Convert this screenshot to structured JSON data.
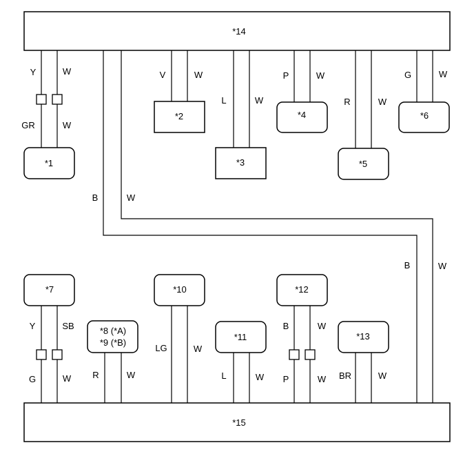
{
  "components": {
    "c14": "*14",
    "c15": "*15",
    "c1": "*1",
    "c2": "*2",
    "c3": "*3",
    "c4": "*4",
    "c5": "*5",
    "c6": "*6",
    "c7": "*7",
    "c8": "*8 (*A)",
    "c9": "*9 (*B)",
    "c10": "*10",
    "c11": "*11",
    "c12": "*12",
    "c13": "*13"
  },
  "wires": {
    "c1_top_left": "Y",
    "c1_top_right": "W",
    "c1_bottom_left": "GR",
    "c1_bottom_right": "W",
    "c2_left": "V",
    "c2_right": "W",
    "c3_left": "L",
    "c3_right": "W",
    "c4_left": "P",
    "c4_right": "W",
    "c5_left": "R",
    "c5_right": "W",
    "c6_left": "G",
    "c6_right": "W",
    "link_upper_left": "B",
    "link_upper_right": "W",
    "link_lower_left": "B",
    "link_lower_right": "W",
    "c7_top_left": "Y",
    "c7_top_right": "SB",
    "c7_bottom_left": "G",
    "c7_bottom_right": "W",
    "c89_left": "R",
    "c89_right": "W",
    "c10_left": "LG",
    "c10_right": "W",
    "c11_left": "L",
    "c11_right": "W",
    "c12_top_left": "B",
    "c12_top_right": "W",
    "c12_bottom_left": "P",
    "c12_bottom_right": "W",
    "c13_left": "BR",
    "c13_right": "W"
  }
}
